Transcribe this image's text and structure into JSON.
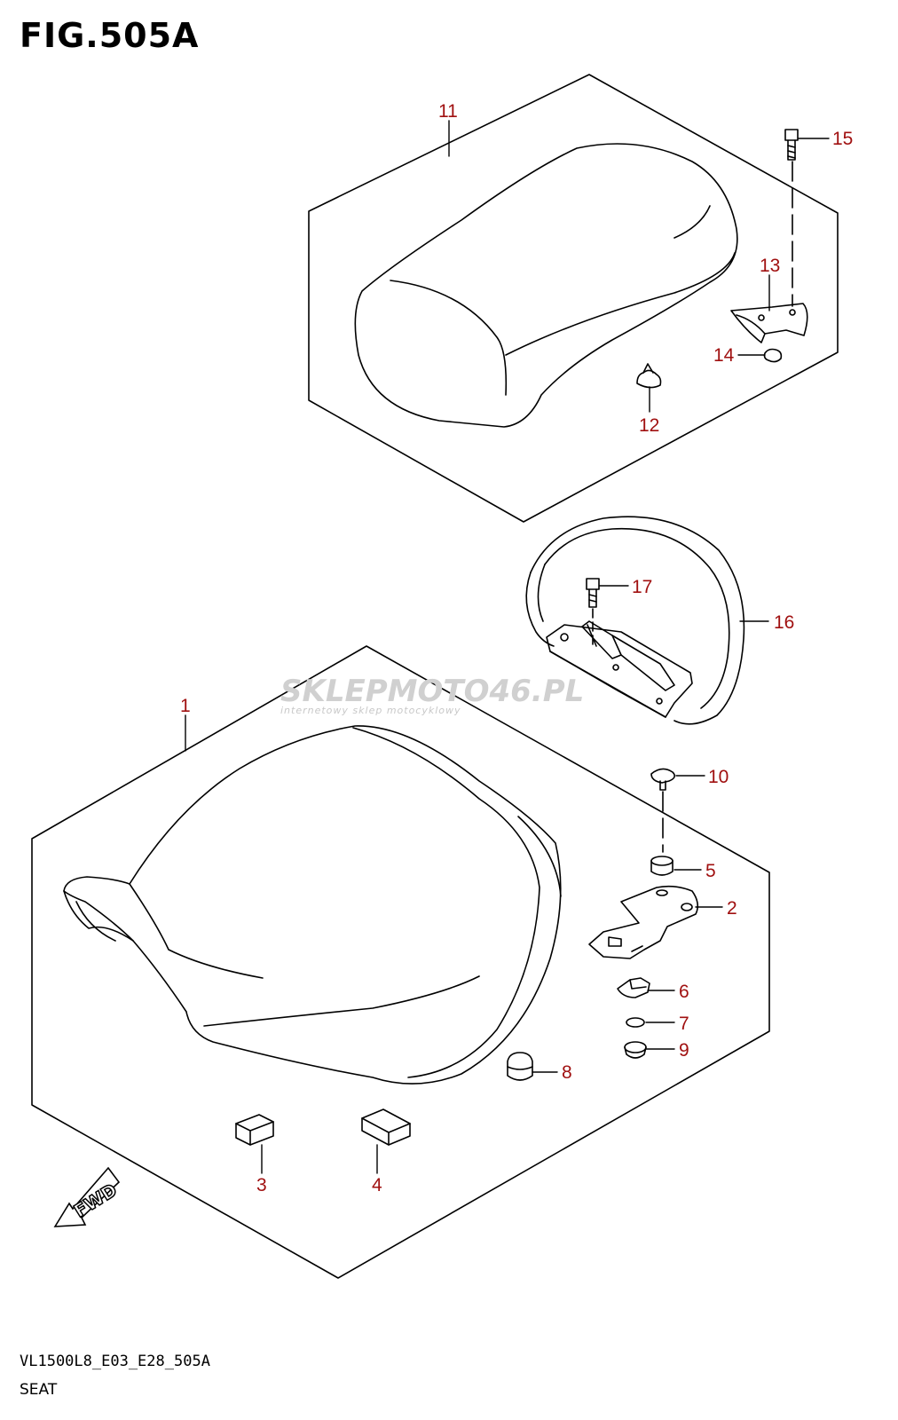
{
  "figure": {
    "title": "FIG.505A",
    "code": "VL1500L8_E03_E28_505A",
    "name": "SEAT"
  },
  "watermark": {
    "brand": "SKLEPMOTO46.PL",
    "tagline": "internetowy sklep motocyklowy"
  },
  "direction_marker": "FWD",
  "callouts": [
    "1",
    "2",
    "3",
    "4",
    "5",
    "6",
    "7",
    "8",
    "9",
    "10",
    "11",
    "12",
    "13",
    "14",
    "15",
    "16",
    "17"
  ],
  "colors": {
    "callout": "#a01010",
    "line": "#000000",
    "watermark": "#c8c8c8",
    "watermark_accent": "#e02020"
  }
}
